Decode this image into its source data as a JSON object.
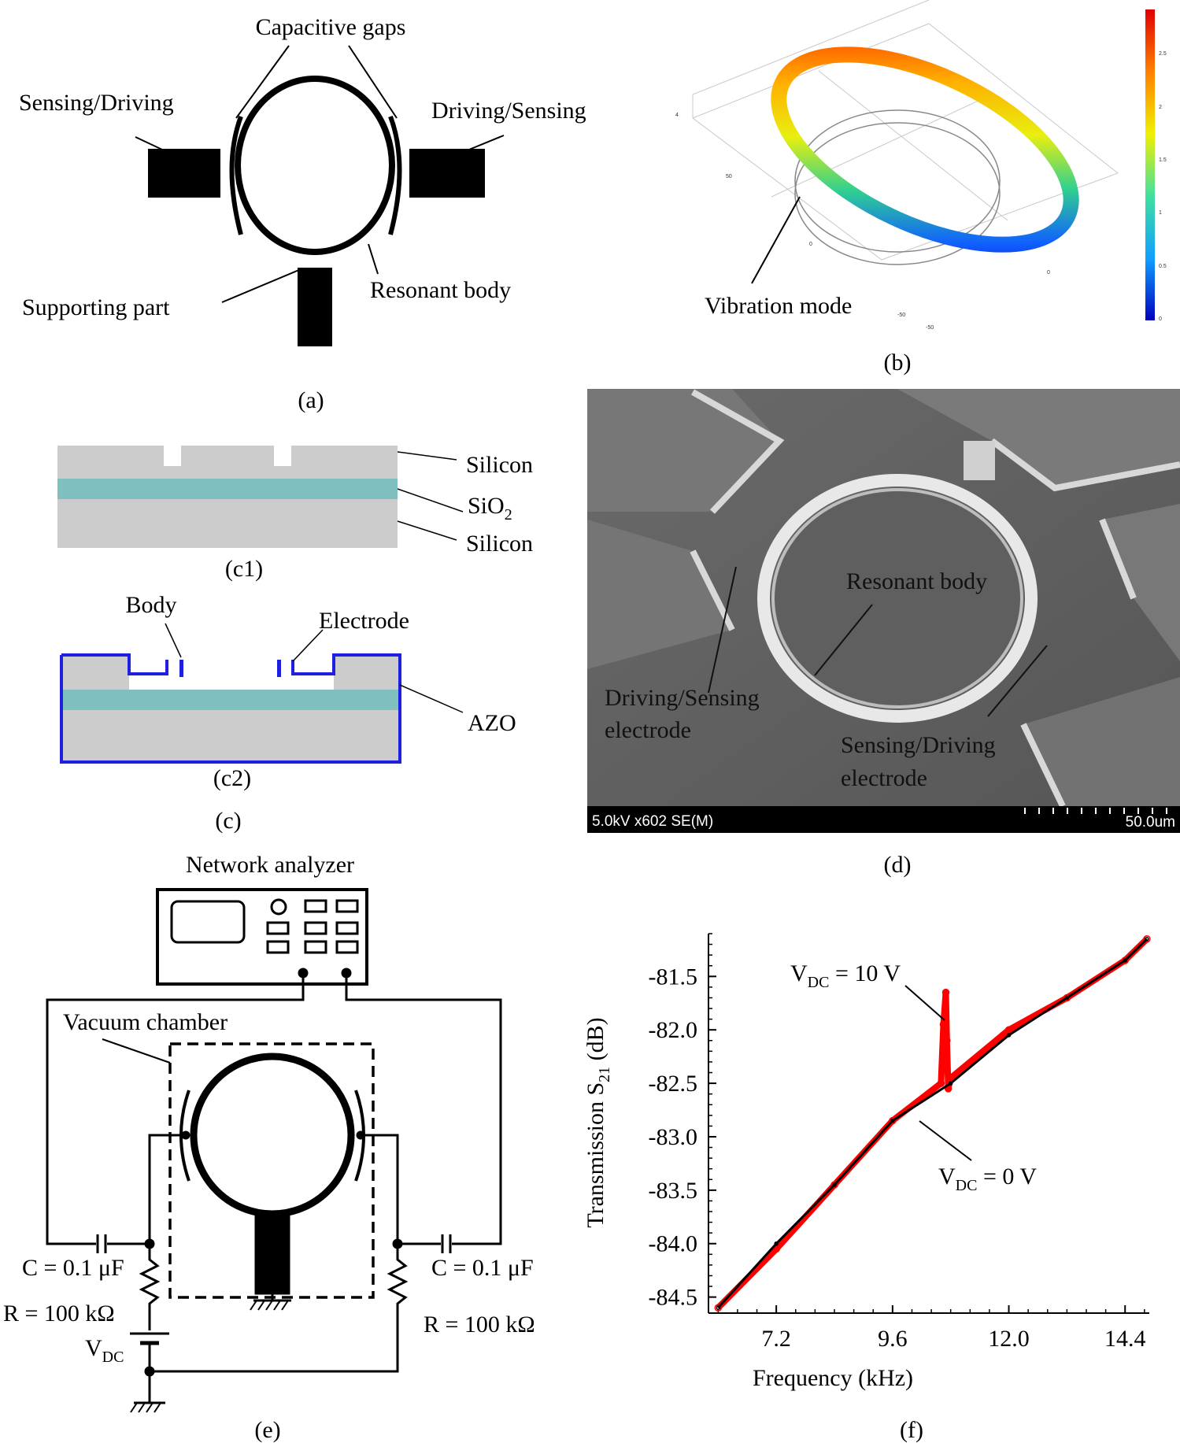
{
  "panel_a": {
    "capacitive_gaps": "Capacitive gaps",
    "sensing_driving": "Sensing/Driving",
    "driving_sensing": "Driving/Sensing",
    "supporting_part": "Supporting part",
    "resonant_body": "Resonant body",
    "caption": "(a)"
  },
  "panel_b": {
    "vibration_mode": "Vibration mode",
    "caption": "(b)",
    "colorbar_ticks": [
      "2.5",
      "2",
      "1.5",
      "1",
      "0.5",
      "0"
    ],
    "axis_ticks": [
      "4",
      "50",
      "0",
      "0",
      "-50",
      "-50"
    ]
  },
  "panel_c": {
    "silicon_top": "Silicon",
    "sio2": "SiO",
    "sio2_sub": "2",
    "silicon_bottom": "Silicon",
    "caption_c1": "(c1)",
    "body": "Body",
    "electrode": "Electrode",
    "azo": "AZO",
    "caption_c2": "(c2)",
    "caption": "(c)",
    "colors": {
      "silicon": "#cccccc",
      "sio2": "#7fbfbf",
      "azo": "#1f1fe0"
    }
  },
  "panel_d": {
    "resonant_body": "Resonant body",
    "driving_sensing_1": "Driving/Sensing",
    "driving_sensing_2": "electrode",
    "sensing_driving_1": "Sensing/Driving",
    "sensing_driving_2": "electrode",
    "sem_info": "5.0kV x602 SE(M)",
    "scale_label": "50.0um",
    "caption": "(d)"
  },
  "panel_e": {
    "network_analyzer": "Network analyzer",
    "vacuum_chamber": "Vacuum chamber",
    "c_left": "C = 0.1 μF",
    "c_right": "C = 0.1 μF",
    "r_left": "R = 100 kΩ",
    "r_right": "R = 100 kΩ",
    "vdc": "V",
    "vdc_sub": "DC",
    "caption": "(e)"
  },
  "panel_f": {
    "caption": "(f)"
  },
  "chart_data": {
    "type": "line",
    "xlabel": "Frequency (kHz)",
    "ylabel": "Transmission S",
    "ylabel_sub": "21",
    "ylabel_unit": " (dB)",
    "xlim": [
      5.8,
      14.9
    ],
    "ylim": [
      -84.65,
      -81.1
    ],
    "x_ticks": [
      "7.2",
      "9.6",
      "12.0",
      "14.4"
    ],
    "x_tick_values": [
      7.2,
      9.6,
      12.0,
      14.4
    ],
    "y_ticks": [
      "-81.5",
      "-82.0",
      "-82.5",
      "-83.0",
      "-83.5",
      "-84.0",
      "-84.5"
    ],
    "y_tick_values": [
      -81.5,
      -82.0,
      -82.5,
      -83.0,
      -83.5,
      -84.0,
      -84.5
    ],
    "series": [
      {
        "name": "VDC = 10 V",
        "color": "#ff0000",
        "x": [
          6.0,
          7.2,
          8.4,
          9.6,
          10.6,
          10.65,
          10.7,
          10.72,
          10.75,
          10.8,
          12.0,
          13.2,
          14.4,
          14.85
        ],
        "y": [
          -84.6,
          -84.05,
          -83.45,
          -82.85,
          -82.5,
          -81.95,
          -81.65,
          -82.1,
          -82.55,
          -82.45,
          -82.0,
          -81.7,
          -81.35,
          -81.15
        ]
      },
      {
        "name": "VDC = 0 V",
        "color": "#000000",
        "x": [
          6.0,
          7.2,
          8.4,
          9.6,
          10.8,
          12.0,
          13.2,
          14.4,
          14.85
        ],
        "y": [
          -84.6,
          -84.0,
          -83.45,
          -82.85,
          -82.5,
          -82.05,
          -81.7,
          -81.35,
          -81.15
        ]
      }
    ],
    "annotations": [
      {
        "text": "V",
        "sub": "DC",
        "rest": " = 10 V"
      },
      {
        "text": "V",
        "sub": "DC",
        "rest": " = 0 V"
      }
    ]
  }
}
